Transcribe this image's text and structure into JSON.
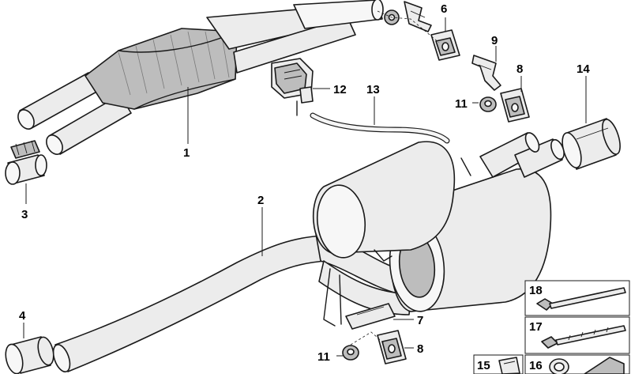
{
  "callouts": {
    "c1": "1",
    "c2": "2",
    "c3": "3",
    "c4": "4",
    "c6": "6",
    "c7": "7",
    "c8a": "8",
    "c8b": "8",
    "c9": "9",
    "c11a": "11",
    "c11b": "11",
    "c12": "12",
    "c13": "13",
    "c14": "14",
    "c15": "15",
    "c16": "16",
    "c17": "17",
    "c18": "18"
  }
}
